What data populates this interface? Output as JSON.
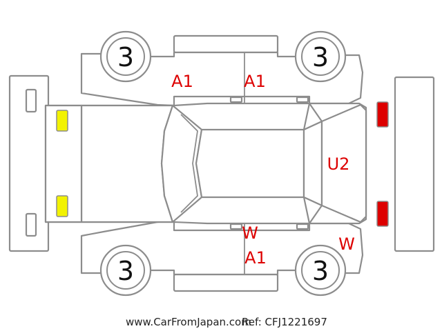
{
  "colors": {
    "outline": "#8c8c8c",
    "damage_text": "#dd0000",
    "front_lamp": "#f2f200",
    "rear_lamp": "#dd0000"
  },
  "wheels": {
    "front_left": "3",
    "rear_left": "3",
    "front_right": "3",
    "rear_right": "3"
  },
  "damage": {
    "front_left_door": "A1",
    "rear_left_door": "A1",
    "rear_window": "U2",
    "right_door_w": "W",
    "right_door_a": "A1",
    "right_quarter_w": "W"
  },
  "footer": {
    "site": "www.CarFromJapan.com",
    "ref": "Ref: CFJ1221697"
  }
}
